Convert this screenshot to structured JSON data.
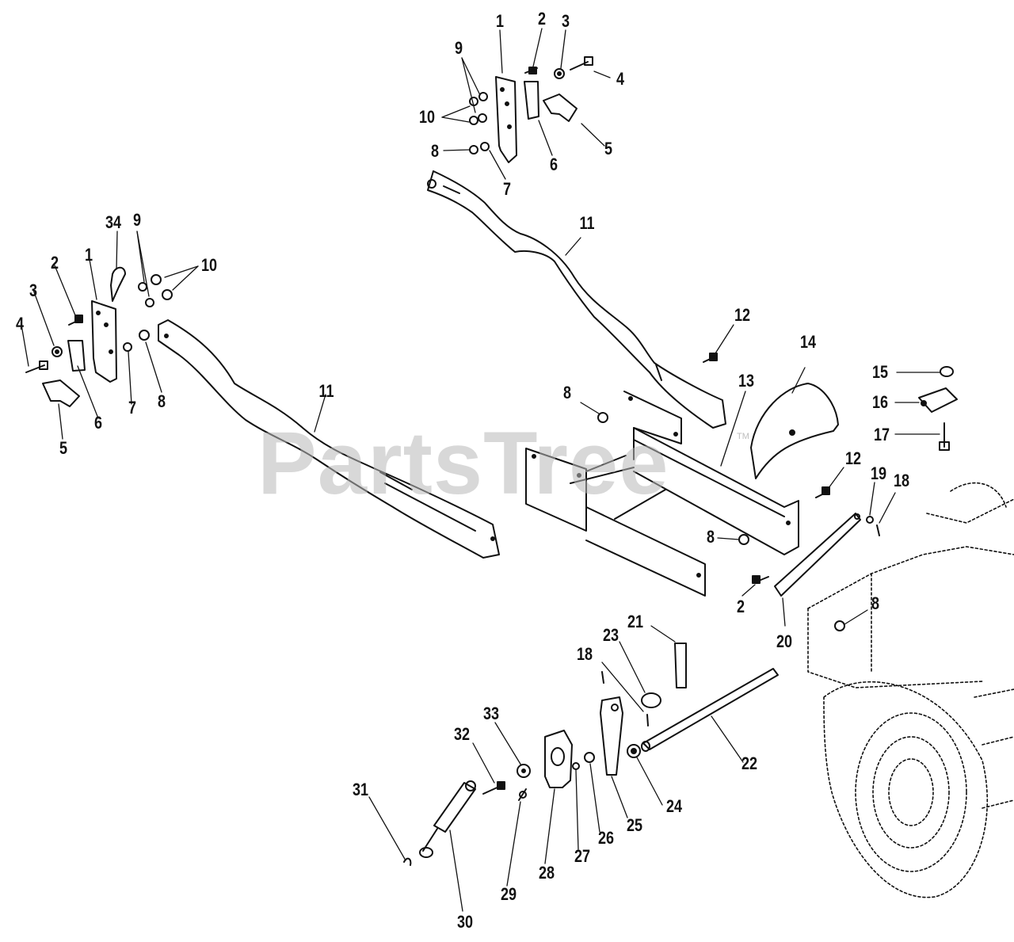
{
  "watermark": {
    "text": "PartsTree",
    "trademark": "TM"
  },
  "callouts": [
    {
      "id": "c-1-top",
      "label": "1"
    },
    {
      "id": "c-2-top",
      "label": "2"
    },
    {
      "id": "c-3-top",
      "label": "3"
    },
    {
      "id": "c-4-top",
      "label": "4"
    },
    {
      "id": "c-5-top",
      "label": "5"
    },
    {
      "id": "c-6-top",
      "label": "6"
    },
    {
      "id": "c-7-top",
      "label": "7"
    },
    {
      "id": "c-8-top",
      "label": "8"
    },
    {
      "id": "c-9-top",
      "label": "9"
    },
    {
      "id": "c-10-top",
      "label": "10"
    },
    {
      "id": "c-11-top",
      "label": "11"
    },
    {
      "id": "c-12-top",
      "label": "12"
    },
    {
      "id": "c-34",
      "label": "34"
    },
    {
      "id": "c-9-left",
      "label": "9"
    },
    {
      "id": "c-10-left",
      "label": "10"
    },
    {
      "id": "c-2-left",
      "label": "2"
    },
    {
      "id": "c-1-left",
      "label": "1"
    },
    {
      "id": "c-3-left",
      "label": "3"
    },
    {
      "id": "c-4-left",
      "label": "4"
    },
    {
      "id": "c-5-left",
      "label": "5"
    },
    {
      "id": "c-6-left",
      "label": "6"
    },
    {
      "id": "c-7-left",
      "label": "7"
    },
    {
      "id": "c-8-left",
      "label": "8"
    },
    {
      "id": "c-11-left",
      "label": "11"
    },
    {
      "id": "c-8-mid",
      "label": "8"
    },
    {
      "id": "c-13",
      "label": "13"
    },
    {
      "id": "c-14",
      "label": "14"
    },
    {
      "id": "c-15",
      "label": "15"
    },
    {
      "id": "c-16",
      "label": "16"
    },
    {
      "id": "c-17",
      "label": "17"
    },
    {
      "id": "c-12-mid",
      "label": "12"
    },
    {
      "id": "c-19",
      "label": "19"
    },
    {
      "id": "c-18-top",
      "label": "18"
    },
    {
      "id": "c-8-low",
      "label": "8"
    },
    {
      "id": "c-2-low",
      "label": "2"
    },
    {
      "id": "c-20",
      "label": "20"
    },
    {
      "id": "c-8-right",
      "label": "8"
    },
    {
      "id": "c-21",
      "label": "21"
    },
    {
      "id": "c-23",
      "label": "23"
    },
    {
      "id": "c-18-low",
      "label": "18"
    },
    {
      "id": "c-22",
      "label": "22"
    },
    {
      "id": "c-24",
      "label": "24"
    },
    {
      "id": "c-25",
      "label": "25"
    },
    {
      "id": "c-26",
      "label": "26"
    },
    {
      "id": "c-27",
      "label": "27"
    },
    {
      "id": "c-28",
      "label": "28"
    },
    {
      "id": "c-29",
      "label": "29"
    },
    {
      "id": "c-30",
      "label": "30"
    },
    {
      "id": "c-31",
      "label": "31"
    },
    {
      "id": "c-32",
      "label": "32"
    },
    {
      "id": "c-33",
      "label": "33"
    }
  ]
}
